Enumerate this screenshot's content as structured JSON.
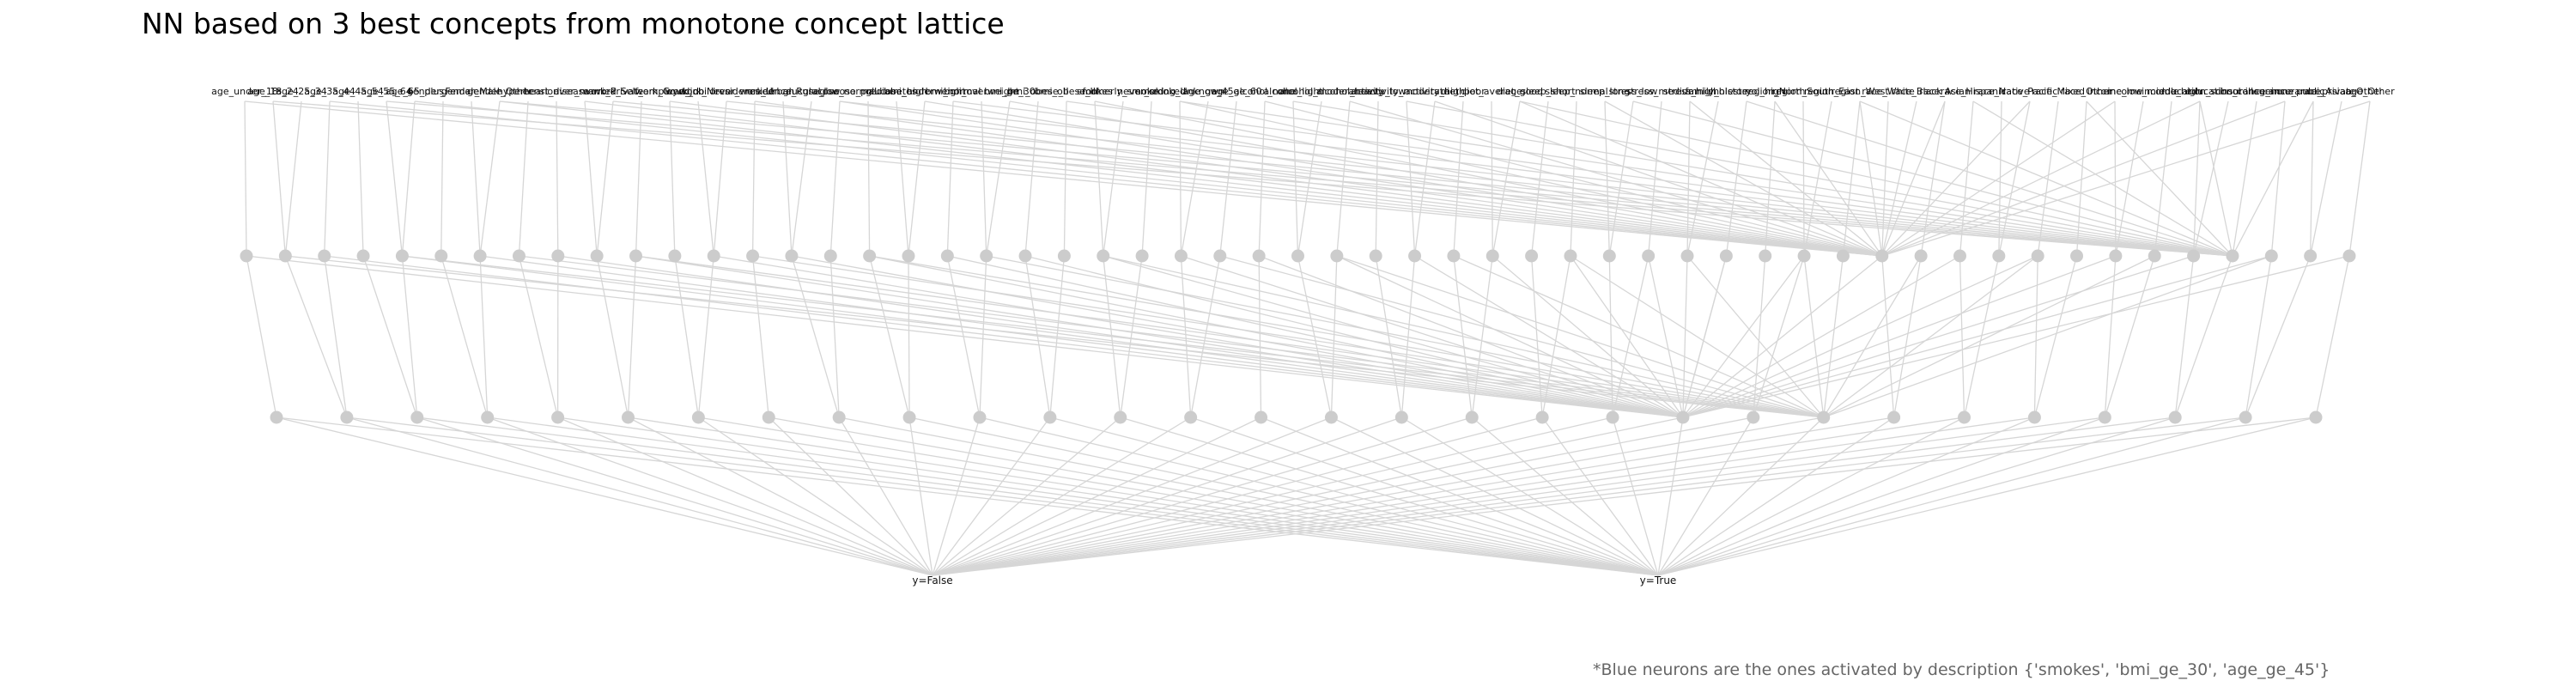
{
  "title": "NN based on 3 best concepts from monotone concept lattice",
  "footnote": "*Blue neurons are the ones activated by description {'smokes', 'bmi_ge_30', 'age_ge_45'}",
  "colors": {
    "edge": "#d6d6d6",
    "node": "#cccccc",
    "active_node": "#1f77b4",
    "text": "#111111"
  },
  "layers": {
    "input": {
      "labels": [
        "age_under_18",
        "age_18_24",
        "age_25_34",
        "age_35_44",
        "age_45_54",
        "age_55_64",
        "age_65_plus",
        "gender_Female",
        "gender_Male",
        "gender_Other",
        "hypertension",
        "heart_disease",
        "ever_married",
        "work_Private",
        "work_Self_employed",
        "work_Govt_job",
        "work_children",
        "work_Never_worked",
        "residence_Urban",
        "residence_Rural",
        "glucose_low",
        "glucose_normal",
        "glucose_prediabetes",
        "glucose_high",
        "bmi_underweight",
        "bmi_normal",
        "bmi_overweight",
        "bmi_ge_30",
        "bmi_obese_II",
        "bmi_obese_III",
        "smokes",
        "formerly_smoked",
        "never_smoked",
        "smoking_Unknown",
        "age_ge_45",
        "age_ge_60",
        "alcohol_none",
        "alcohol_light",
        "alcohol_moderate",
        "alcohol_heavy",
        "activity_low",
        "activity_moderate",
        "activity_high",
        "diet_poor",
        "diet_average",
        "diet_good",
        "sleep_short",
        "sleep_normal",
        "sleep_long",
        "stress_low",
        "stress_medium",
        "stress_high",
        "family_history",
        "cholesterol_high",
        "region_North",
        "region_South",
        "region_East",
        "region_West",
        "race_White",
        "race_Black",
        "race_Asian",
        "race_Hispanic",
        "race_Native",
        "race_Pacific",
        "race_Mixed",
        "race_Other",
        "income_low",
        "income_middle",
        "income_high",
        "education_school",
        "education_college",
        "insurance_none",
        "insurance_public",
        "insurance_private",
        "race_Asian_Other",
        "age_Other"
      ]
    },
    "hidden1": {
      "count": 55
    },
    "hidden2": {
      "count": 30
    },
    "output": {
      "labels": [
        "y=False",
        "y=True"
      ]
    }
  }
}
